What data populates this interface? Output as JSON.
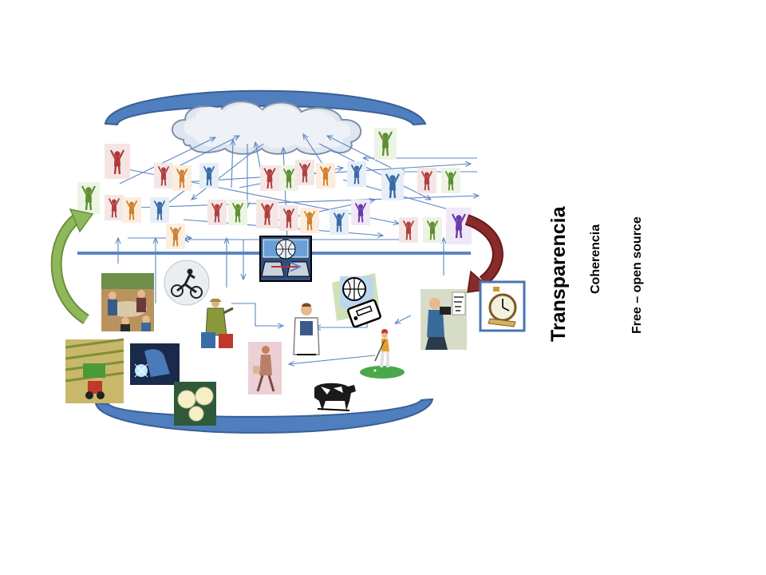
{
  "labels": {
    "transparencia": "Transparencia",
    "coherencia": "Coherencia",
    "free_open_source": "Free – open source"
  },
  "colors": {
    "band_blue": "#4f7fbf",
    "band_stroke": "#3a5f95",
    "cloud_fill": "#e9eef5",
    "cloud_stroke": "#7d8fa8",
    "arrow_blue": "#5b86c4",
    "green_arrow": "#80a84d",
    "red_arrow": "#8a2a2a",
    "frame_blue": "#4a74b3"
  },
  "icons": [
    "cloud-icon",
    "network-computers-icon",
    "stopwatch-icon",
    "business-meeting-icon",
    "cyclist-icon",
    "world-traveler-icon",
    "doctor-icon",
    "globe-radio-icon",
    "golfer-icon",
    "eye-doctor-icon",
    "woman-walking-icon",
    "cow-icon",
    "farm-harvest-icon",
    "welder-icon",
    "roses-icon",
    "cheering-person-icon"
  ]
}
